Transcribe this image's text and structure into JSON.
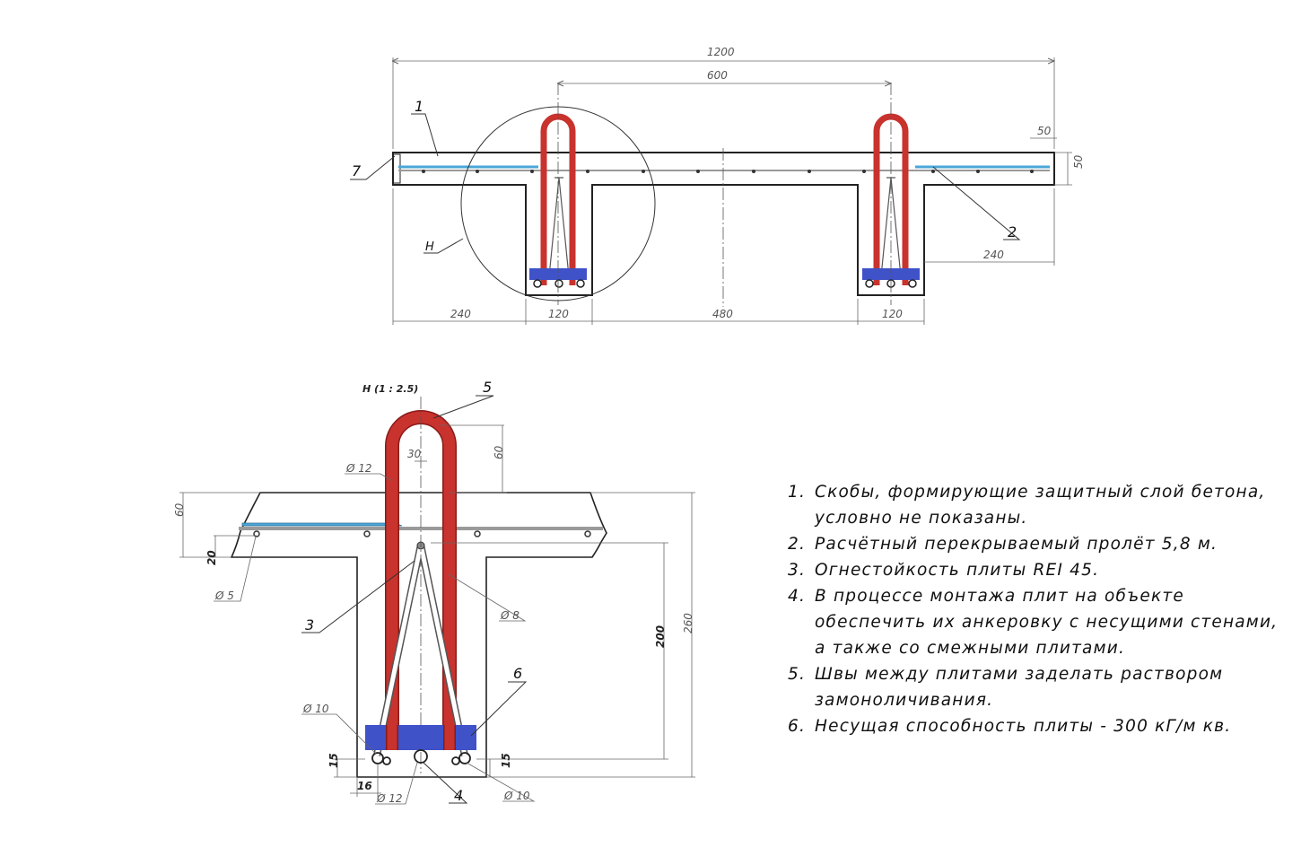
{
  "top_view": {
    "dimensions": {
      "overall_width": "1200",
      "rib_spacing": "600",
      "flange_thickness_right": "50",
      "flange_thickness_right_vertical": "50",
      "flange_overhang_left": "240",
      "rib_width_left": "120",
      "clear_span_between_ribs": "480",
      "rib_width_right": "120",
      "flange_overhang_right": "240"
    },
    "callouts": {
      "c1": "1",
      "c2": "2",
      "c7": "7",
      "detail_marker": "Н"
    }
  },
  "detail_view": {
    "title": "Н (1 : 2.5)",
    "dimensions": {
      "loop_height": "60",
      "loop_width": "30",
      "flange_thickness": "60",
      "mesh_cover": "20",
      "rib_inner_height": "200",
      "total_height": "260",
      "bottom_cover_left": "15",
      "bottom_cover_right": "15",
      "bar_offset": "16"
    },
    "diameters": {
      "loop_bar": "Ø 12",
      "mesh_bar": "Ø 5",
      "stirrup_bar": "Ø 8",
      "bottom_left_bar": "Ø 10",
      "bottom_center_bar": "Ø 12",
      "bottom_right_bar": "Ø 10"
    },
    "callouts": {
      "c3": "3",
      "c4": "4",
      "c5": "5",
      "c6": "6"
    }
  },
  "notes": [
    {
      "num": "1.",
      "text": "Скобы, формирующие защитный слой бетона,\nусловно не показаны."
    },
    {
      "num": "2.",
      "text": "Расчётный перекрываемый пролёт 5,8 м."
    },
    {
      "num": "3.",
      "text": "Огнестойкость плиты REI 45."
    },
    {
      "num": "4.",
      "text": "В процессе монтажа плит на объекте\nобеспечить их анкеровку с несущими стенами,\nа также со смежными плитами."
    },
    {
      "num": "5.",
      "text": "Швы между плитами заделать раствором\nзамоноличивания."
    },
    {
      "num": "6.",
      "text": "Несущая способность плиты - 300 кГ/м кв."
    }
  ],
  "colors": {
    "concrete_outline": "#222222",
    "lifting_loop": "#c8332e",
    "lifting_loop_edge": "#8a1a18",
    "stirrup": "#d94a44",
    "bottom_plate": "#3f52c8",
    "mesh_blue": "#4aa6d8",
    "mesh_gray": "#9a9a9a",
    "dimension_line": "#666666"
  }
}
